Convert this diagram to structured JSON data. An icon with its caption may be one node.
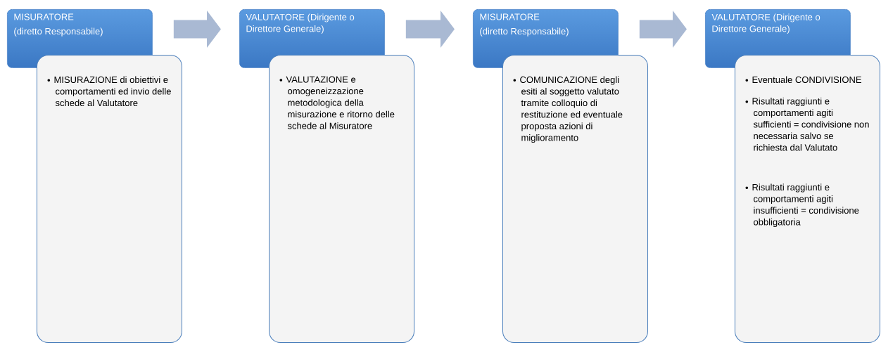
{
  "diagram": {
    "nodes": [
      {
        "text": [
          "MISURATORE",
          "(diretto Responsabile)"
        ]
      },
      {
        "text": [
          "MISURAZIONE di obiettivi e comportamenti ed invio delle schede al Valutatore"
        ]
      },
      {
        "text": [
          "VALUTATORE (Dirigente o Direttore Generale)"
        ]
      },
      {
        "text": [
          "VALUTAZIONE e omogeneizzazione metodologica della misurazione e ritorno delle schede al Misuratore"
        ]
      },
      {
        "text": [
          "MISURATORE",
          "(diretto Responsabile)"
        ]
      },
      {
        "text": [
          "COMUNICAZIONE degli esiti al soggetto valutato tramite colloquio di restituzione ed eventuale proposta azioni di miglioramento"
        ]
      },
      {
        "text": [
          "VALUTATORE (Dirigente o Direttore Generale)"
        ]
      },
      {
        "text": [
          "Eventuale CONDIVISIONE",
          "Risultati raggiunti e comportamenti agiti sufficienti = condivisione non necessaria salvo se richiesta dal Valutato",
          "Risultati raggiunti e comportamenti agiti insufficienti = condivisione obbligatoria"
        ]
      }
    ],
    "edges": [
      {
        "from": 0,
        "to": 2,
        "arrow": "to"
      },
      {
        "from": 2,
        "to": 4,
        "arrow": "to"
      },
      {
        "from": 4,
        "to": 6,
        "arrow": "to"
      }
    ]
  }
}
